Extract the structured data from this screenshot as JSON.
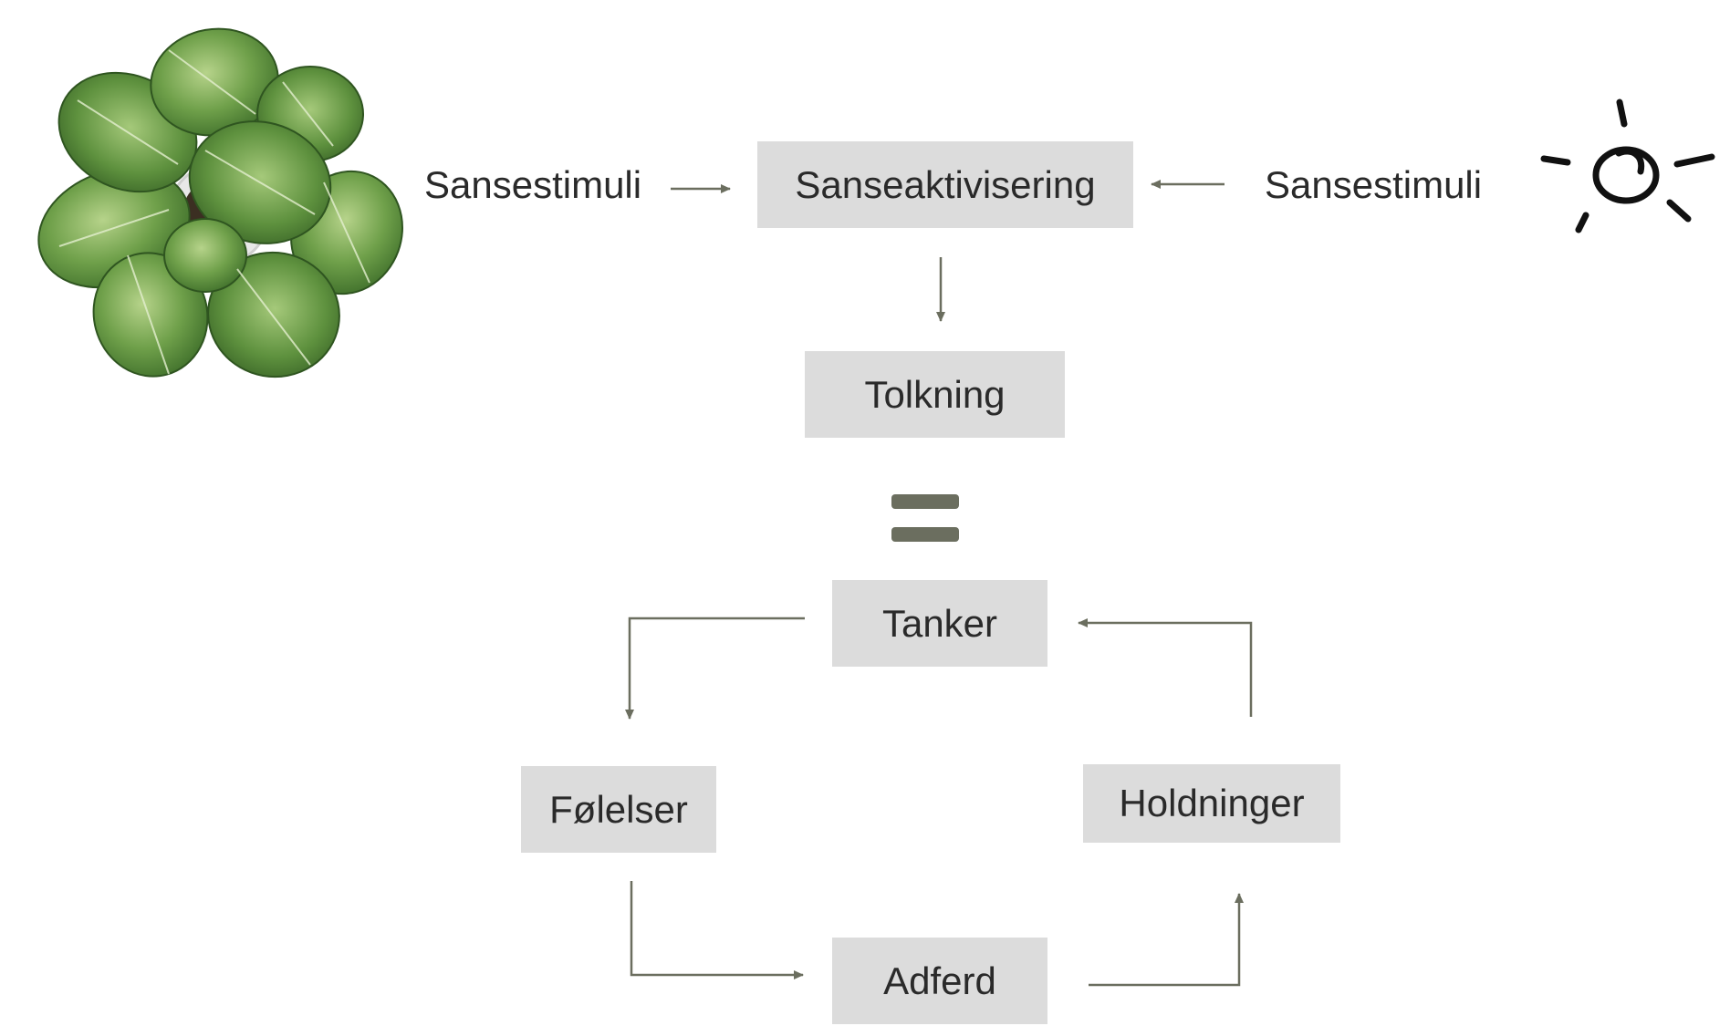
{
  "stimulus_left": "Sansestimuli",
  "stimulus_right": "Sansestimuli",
  "activation": "Sanseaktivisering",
  "interpretation": "Tolkning",
  "cycle": {
    "thoughts": "Tanker",
    "feelings": "Følelser",
    "attitudes": "Holdninger",
    "behavior": "Adferd"
  },
  "icons": {
    "left_image": "plant-icon",
    "right_image": "sun-sketch-icon",
    "separator": "equals-icon"
  },
  "colors": {
    "box_fill": "#dcdcdc",
    "arrow": "#6b6e5f",
    "equals": "#6b6e5f",
    "text": "#2a2a2a"
  }
}
